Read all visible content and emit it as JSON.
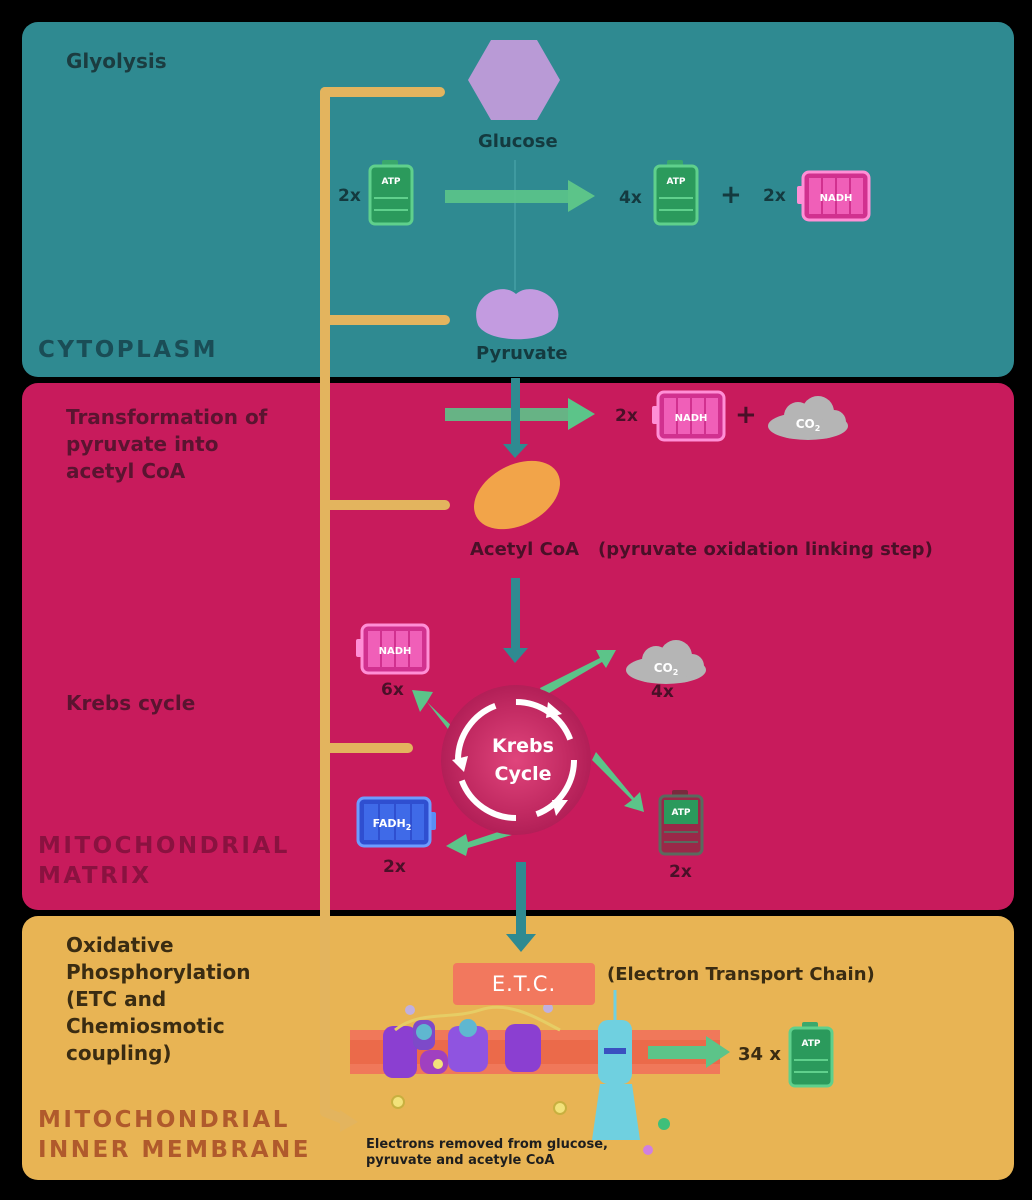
{
  "cytoplasm": {
    "stage_title": "Glyolysis",
    "region_label": "CYTOPLASM",
    "glucose_label": "Glucose",
    "pyruvate_label": "Pyruvate",
    "atp_in_mult": "2x",
    "atp_out_mult": "4x",
    "nadh_out_mult": "2x",
    "plus": "+"
  },
  "matrix": {
    "transformation_title_lines": [
      "Transformation of",
      "pyruvate into",
      "acetyl CoA"
    ],
    "nadh_mult": "2x",
    "plus": "+",
    "acetyl_label": "Acetyl CoA",
    "linking_note": "(pyruvate oxidation linking step)",
    "krebs_title": "Krebs cycle",
    "cycle_lines": [
      "Krebs",
      "Cycle"
    ],
    "nadh_count": "6x",
    "co2_count": "4x",
    "fadh_count": "2x",
    "atp_count": "2x",
    "region_lines": [
      "MITOCHONDRIAL",
      "MATRIX"
    ]
  },
  "membrane": {
    "stage_lines": [
      "Oxidative",
      "Phosphorylation",
      "(ETC and",
      "Chemiosmotic",
      "coupling)"
    ],
    "etc_label": "E.T.C.",
    "etc_full": "(Electron Transport Chain)",
    "atp_mult": "34 x",
    "electrons_note": "Electrons removed from glucose, pyruvate and acetyle CoA",
    "region_lines": [
      "MITOCHONDRIAL",
      "INNER MEMBRANE"
    ]
  },
  "badges": {
    "atp": "ATP",
    "nadh": "NADH",
    "fadh": "FADH",
    "co2": "CO",
    "sub2": "2"
  },
  "colors": {
    "cytoplasm": "#2f8a91",
    "matrix": "#c81b5c",
    "membrane": "#e8b454",
    "pathway_line": "#e3b45e",
    "arrow_green": "#5cc489",
    "arrow_teal": "#2f8a91"
  }
}
